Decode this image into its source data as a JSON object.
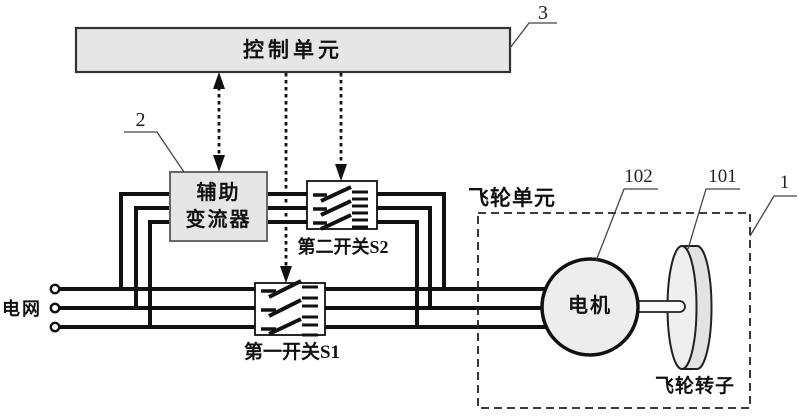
{
  "figure": {
    "background": "#ffffff",
    "line_color": "#111111",
    "box_fill": "#e6e6e6",
    "motor_fill": "#ededed",
    "description_type": "flywheel energy storage circuit diagram"
  },
  "labels": {
    "control_unit": "控制单元",
    "aux_converter_line1": "辅助",
    "aux_converter_line2": "变流器",
    "switch_s2": "第二开关S2",
    "switch_s1": "第一开关S1",
    "grid": "电网",
    "flywheel_unit": "飞轮单元",
    "motor": "电机",
    "flywheel_rotor": "飞轮转子"
  },
  "refs": {
    "control_unit": "3",
    "aux_converter": "2",
    "flywheel_unit": "1",
    "motor": "102",
    "flywheel_rotor": "101"
  }
}
